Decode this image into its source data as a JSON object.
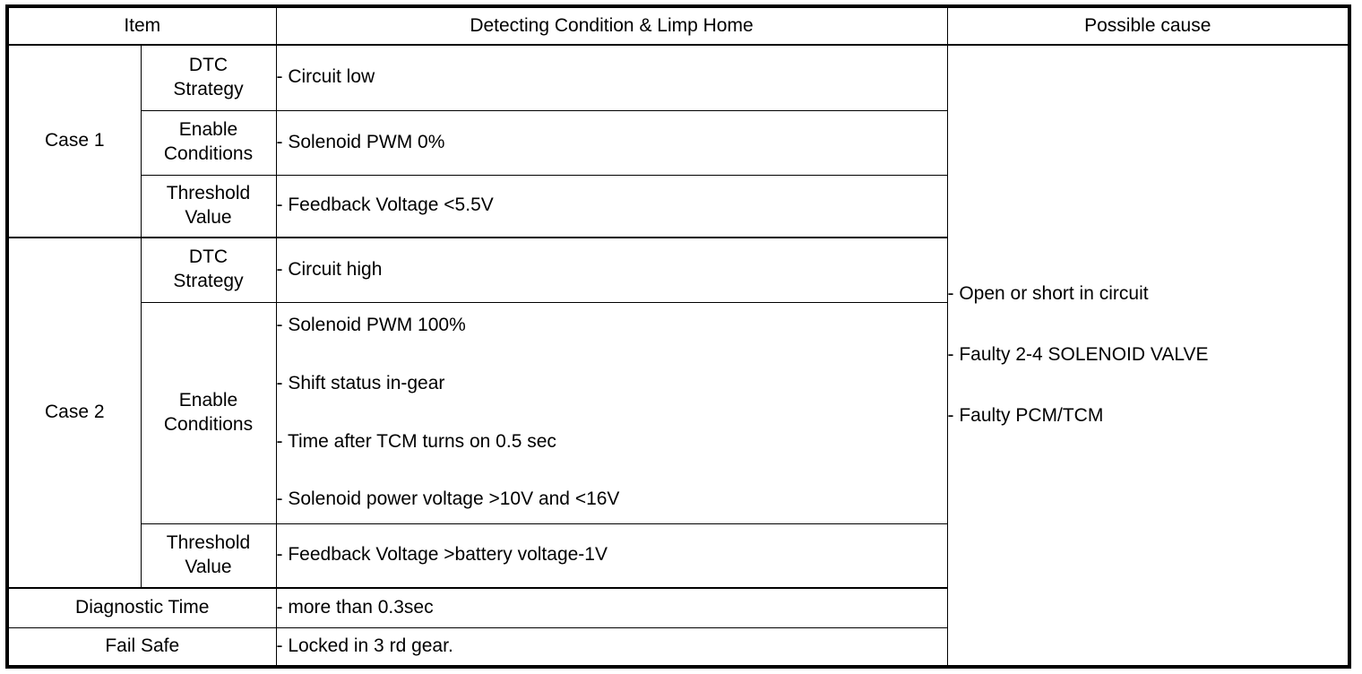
{
  "table": {
    "headers": {
      "item": "Item",
      "detecting": "Detecting Condition & Limp Home",
      "cause": "Possible cause"
    },
    "labels": {
      "case1": "Case 1",
      "case2": "Case 2",
      "dtc_strategy": "DTC\nStrategy",
      "dtc_strategy_l1": "DTC",
      "dtc_strategy_l2": "Strategy",
      "enable_conditions_l1": "Enable",
      "enable_conditions_l2": "Conditions",
      "threshold_value_l1": "Threshold",
      "threshold_value_l2": "Value",
      "diagnostic_time": "Diagnostic Time",
      "fail_safe": "Fail Safe"
    },
    "case1": {
      "dtc_strategy": "- Circuit low",
      "enable_conditions": "- Solenoid PWM 0%",
      "threshold_value": "- Feedback Voltage <5.5V"
    },
    "case2": {
      "dtc_strategy": "- Circuit high",
      "enable_conditions": [
        "- Solenoid PWM 100%",
        "- Shift status in-gear",
        "- Time after TCM turns on 0.5 sec",
        "- Solenoid power voltage >10V and <16V"
      ],
      "threshold_value": "- Feedback Voltage >battery voltage-1V"
    },
    "diagnostic_time_value": "- more than 0.3sec",
    "fail_safe_value": "- Locked in 3 rd gear.",
    "possible_cause": [
      "- Open or short in circuit",
      "- Faulty 2-4 SOLENOID VALVE",
      "- Faulty PCM/TCM"
    ]
  },
  "colors": {
    "border": "#000000",
    "text": "#000000",
    "background": "#ffffff"
  }
}
